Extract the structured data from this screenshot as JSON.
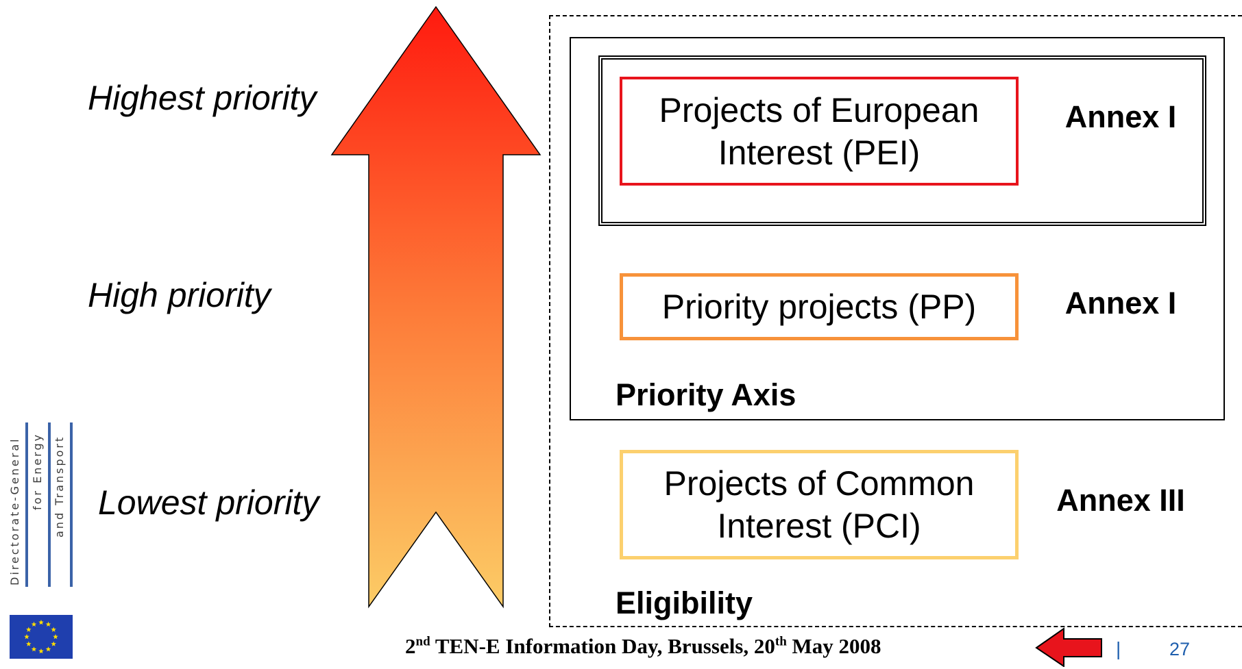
{
  "priority_levels": {
    "highest": "Highest priority",
    "high": "High priority",
    "lowest": "Lowest priority"
  },
  "categories": {
    "pei": {
      "line1": "Projects of European",
      "line2": "Interest (PEI)",
      "annex": "Annex I",
      "color": "#e8141c"
    },
    "pp": {
      "label": "Priority projects (PP)",
      "annex": "Annex I",
      "color": "#f7923a"
    },
    "pci": {
      "line1": "Projects of Common",
      "line2": "Interest (PCI)",
      "annex": "Annex III",
      "color": "#fcd06e"
    }
  },
  "sections": {
    "priority_axis": "Priority Axis",
    "eligibility": "Eligibility"
  },
  "arrow_gradient": {
    "top": "#ff1a0f",
    "middle": "#fd7a38",
    "bottom": "#fccc66"
  },
  "logo": {
    "line1": "Directorate-General",
    "line2": "for Energy",
    "line3": "and Transport",
    "emblem": "eu-flag-icon",
    "flag_color": "#1f3fae",
    "star_color": "#ffdd00"
  },
  "footer": {
    "ordinal_num": "2",
    "ordinal_sup": "nd",
    "event": " TEN-E Information Day, Brussels, 20",
    "date_sup": "th",
    "date_rest": " May 2008",
    "separator": "|",
    "page_number": "27",
    "nav_icon": "arrow-left-icon",
    "accent_color": "#1f5fae"
  }
}
